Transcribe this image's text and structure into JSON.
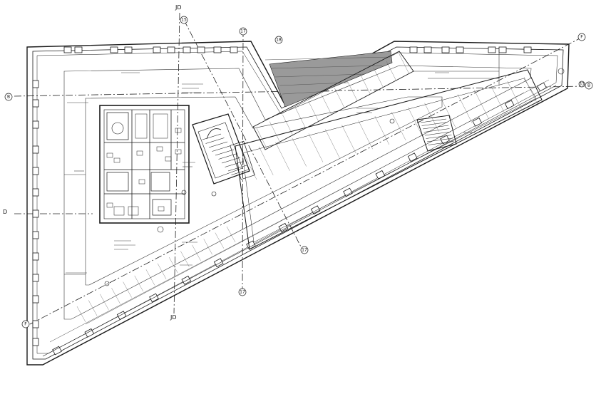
{
  "grid_axes": {
    "jd_top": "JD",
    "jd_bottom": "JD",
    "b_left": "B",
    "b_right": "B",
    "d_left": "D",
    "f_top": "F",
    "f_bottom": "F"
  },
  "bubbles": {
    "b1": "15",
    "b2": "17",
    "b3": "18",
    "b4": "33",
    "b5": "17",
    "b6": "17"
  },
  "colors": {
    "line": "#1a1a1a",
    "hatch": "#9a9a9a"
  }
}
